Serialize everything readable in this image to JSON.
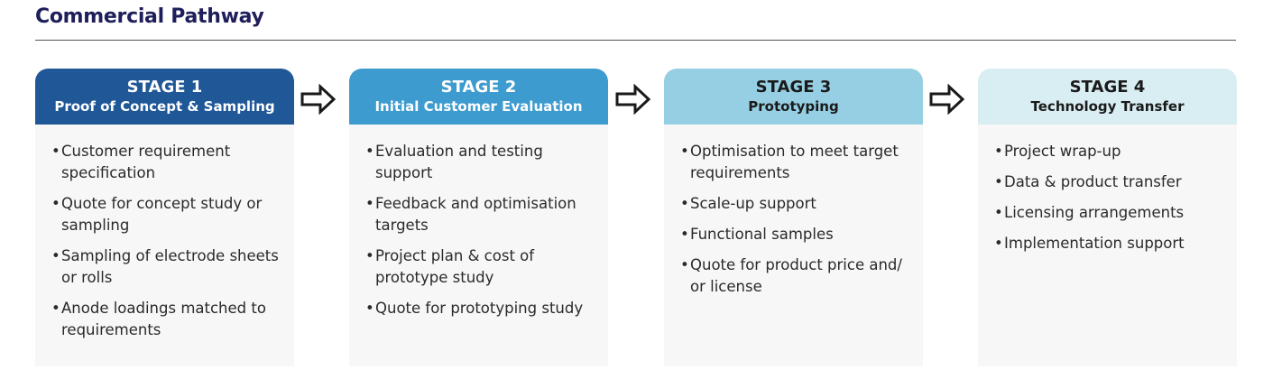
{
  "title": "Commercial Pathway",
  "stages": [
    {
      "number": "STAGE 1",
      "name": "Proof of Concept & Sampling",
      "header_bg": "#1f5797",
      "header_fg": "#ffffff",
      "items": [
        "Customer requirement specification",
        "Quote for concept study or sampling",
        "Sampling of electrode sheets or rolls",
        "Anode loadings matched to requirements"
      ]
    },
    {
      "number": "STAGE 2",
      "name": "Initial Customer Evaluation",
      "header_bg": "#3d9bcf",
      "header_fg": "#ffffff",
      "items": [
        "Evaluation and testing support",
        "Feedback and optimisation targets",
        "Project plan & cost of prototype study",
        "Quote for prototyping study"
      ]
    },
    {
      "number": "STAGE 3",
      "name": "Prototyping",
      "header_bg": "#96cfe3",
      "header_fg": "#1a1a1a",
      "items": [
        "Optimisation to meet target requirements",
        "Scale-up support",
        "Functional samples",
        "Quote for product price and/ or license"
      ]
    },
    {
      "number": "STAGE 4",
      "name": "Technology Transfer",
      "header_bg": "#d9eef3",
      "header_fg": "#1a1a1a",
      "items": [
        "Project wrap-up",
        "Data & product transfer",
        "Licensing arrangements",
        "Implementation support"
      ]
    }
  ]
}
